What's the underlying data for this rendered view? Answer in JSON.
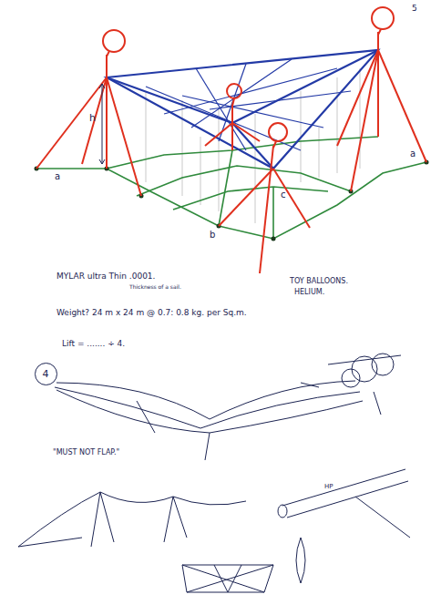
{
  "diagram": {
    "nodes": [
      {
        "text": [
          "4"
        ]
      }
    ],
    "labels": [
      "5",
      "h",
      "a",
      "a",
      "b",
      "c",
      "MYLAR ultra Thin .0001.",
      "Thickness of a sail.",
      "TOY BALLOONS.",
      "HELIUM.",
      "Weight? 24 m x 24 m @ 0.7: 0.8 kg. per Sq.m.",
      "Lift = ....... ÷ 4.",
      "\"MUST NOT FLAP.\"",
      "HP"
    ]
  }
}
